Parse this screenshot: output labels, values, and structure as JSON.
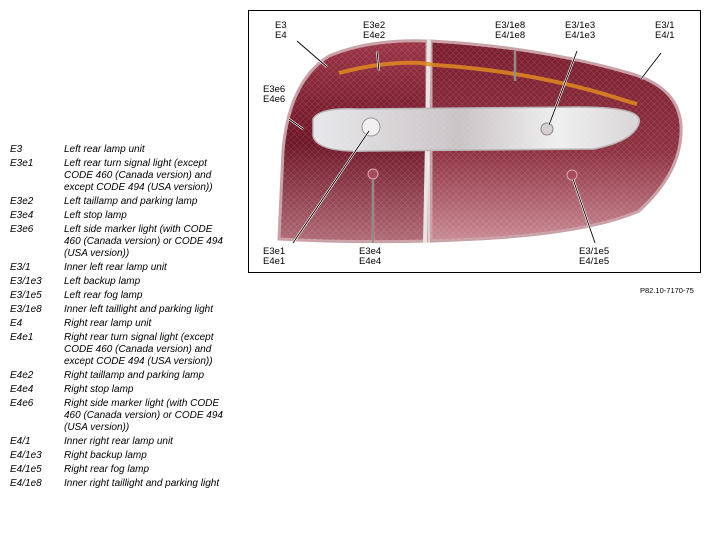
{
  "figure": {
    "id_code": "P82.10-7170-75",
    "callouts": [
      {
        "key": "e3",
        "lines": [
          "E3",
          "E4"
        ]
      },
      {
        "key": "e3e2",
        "lines": [
          "E3e2",
          "E4e2"
        ]
      },
      {
        "key": "e31e8",
        "lines": [
          "E3/1e8",
          "E4/1e8"
        ]
      },
      {
        "key": "e31e3",
        "lines": [
          "E3/1e3",
          "E4/1e3"
        ]
      },
      {
        "key": "e31",
        "lines": [
          "E3/1",
          "E4/1"
        ]
      },
      {
        "key": "e3e6",
        "lines": [
          "E3e6",
          "E4e6"
        ]
      },
      {
        "key": "e3e1",
        "lines": [
          "E3e1",
          "E4e1"
        ]
      },
      {
        "key": "e3e4",
        "lines": [
          "E3e4",
          "E4e4"
        ]
      },
      {
        "key": "e31e5",
        "lines": [
          "E3/1e5",
          "E4/1e5"
        ]
      }
    ]
  },
  "legend": [
    {
      "code": "E3",
      "desc": "Left rear lamp unit"
    },
    {
      "code": "E3e1",
      "desc": "Left rear turn signal light (except CODE 460 (Canada version) and except CODE 494 (USA version))"
    },
    {
      "code": "E3e2",
      "desc": "Left taillamp and parking lamp"
    },
    {
      "code": "E3e4",
      "desc": "Left stop lamp"
    },
    {
      "code": "E3e6",
      "desc": "Left side marker light (with CODE 460 (Canada version) or CODE 494 (USA version))"
    },
    {
      "code": "E3/1",
      "desc": "Inner left rear lamp unit"
    },
    {
      "code": "E3/1e3",
      "desc": "Left backup lamp"
    },
    {
      "code": "E3/1e5",
      "desc": "Left rear fog lamp"
    },
    {
      "code": "E3/1e8",
      "desc": "Inner left taillight and parking light"
    },
    {
      "code": "E4",
      "desc": "Right rear lamp unit"
    },
    {
      "code": "E4e1",
      "desc": "Right rear turn signal light (except CODE 460 (Canada version) and except CODE 494 (USA version))"
    },
    {
      "code": "E4e2",
      "desc": "Right taillamp and parking lamp"
    },
    {
      "code": "E4e4",
      "desc": "Right stop lamp"
    },
    {
      "code": "E4e6",
      "desc": "Right side marker light (with CODE 460 (Canada version) or CODE 494 (USA version))"
    },
    {
      "code": "E4/1",
      "desc": "Inner right rear lamp unit"
    },
    {
      "code": "E4/1e3",
      "desc": "Right backup lamp"
    },
    {
      "code": "E4/1e5",
      "desc": "Right rear fog lamp"
    },
    {
      "code": "E4/1e8",
      "desc": "Inner right taillight and parking light"
    }
  ],
  "colors": {
    "lens_dark": "#5a0f1e",
    "lens_mid": "#8c2a3a",
    "lens_light": "#c98a94",
    "lamp_strip": "#e08a1e",
    "clear_lens": "#eeeeee"
  }
}
